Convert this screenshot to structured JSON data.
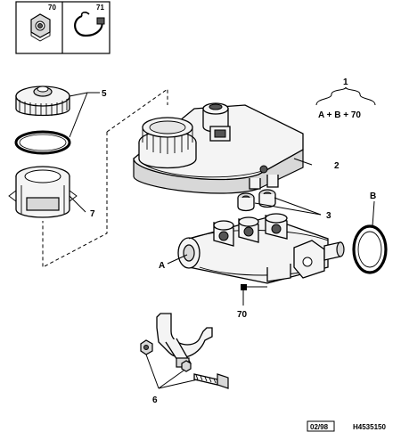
{
  "inset": {
    "nut_ref": "70",
    "clip_ref": "71"
  },
  "callouts": {
    "reservoir_cap_seal": "5",
    "reservoir": "2",
    "seals": "3",
    "grommet_adapter": "7",
    "bracket_bolts": "6",
    "note_ref": "1",
    "note_formula": "A + B + 70",
    "master_cylinder": "A",
    "o_ring": "B",
    "marker_ref": "70"
  },
  "footer": {
    "date_code": "02/98",
    "drawing_ref": "H4535150"
  }
}
